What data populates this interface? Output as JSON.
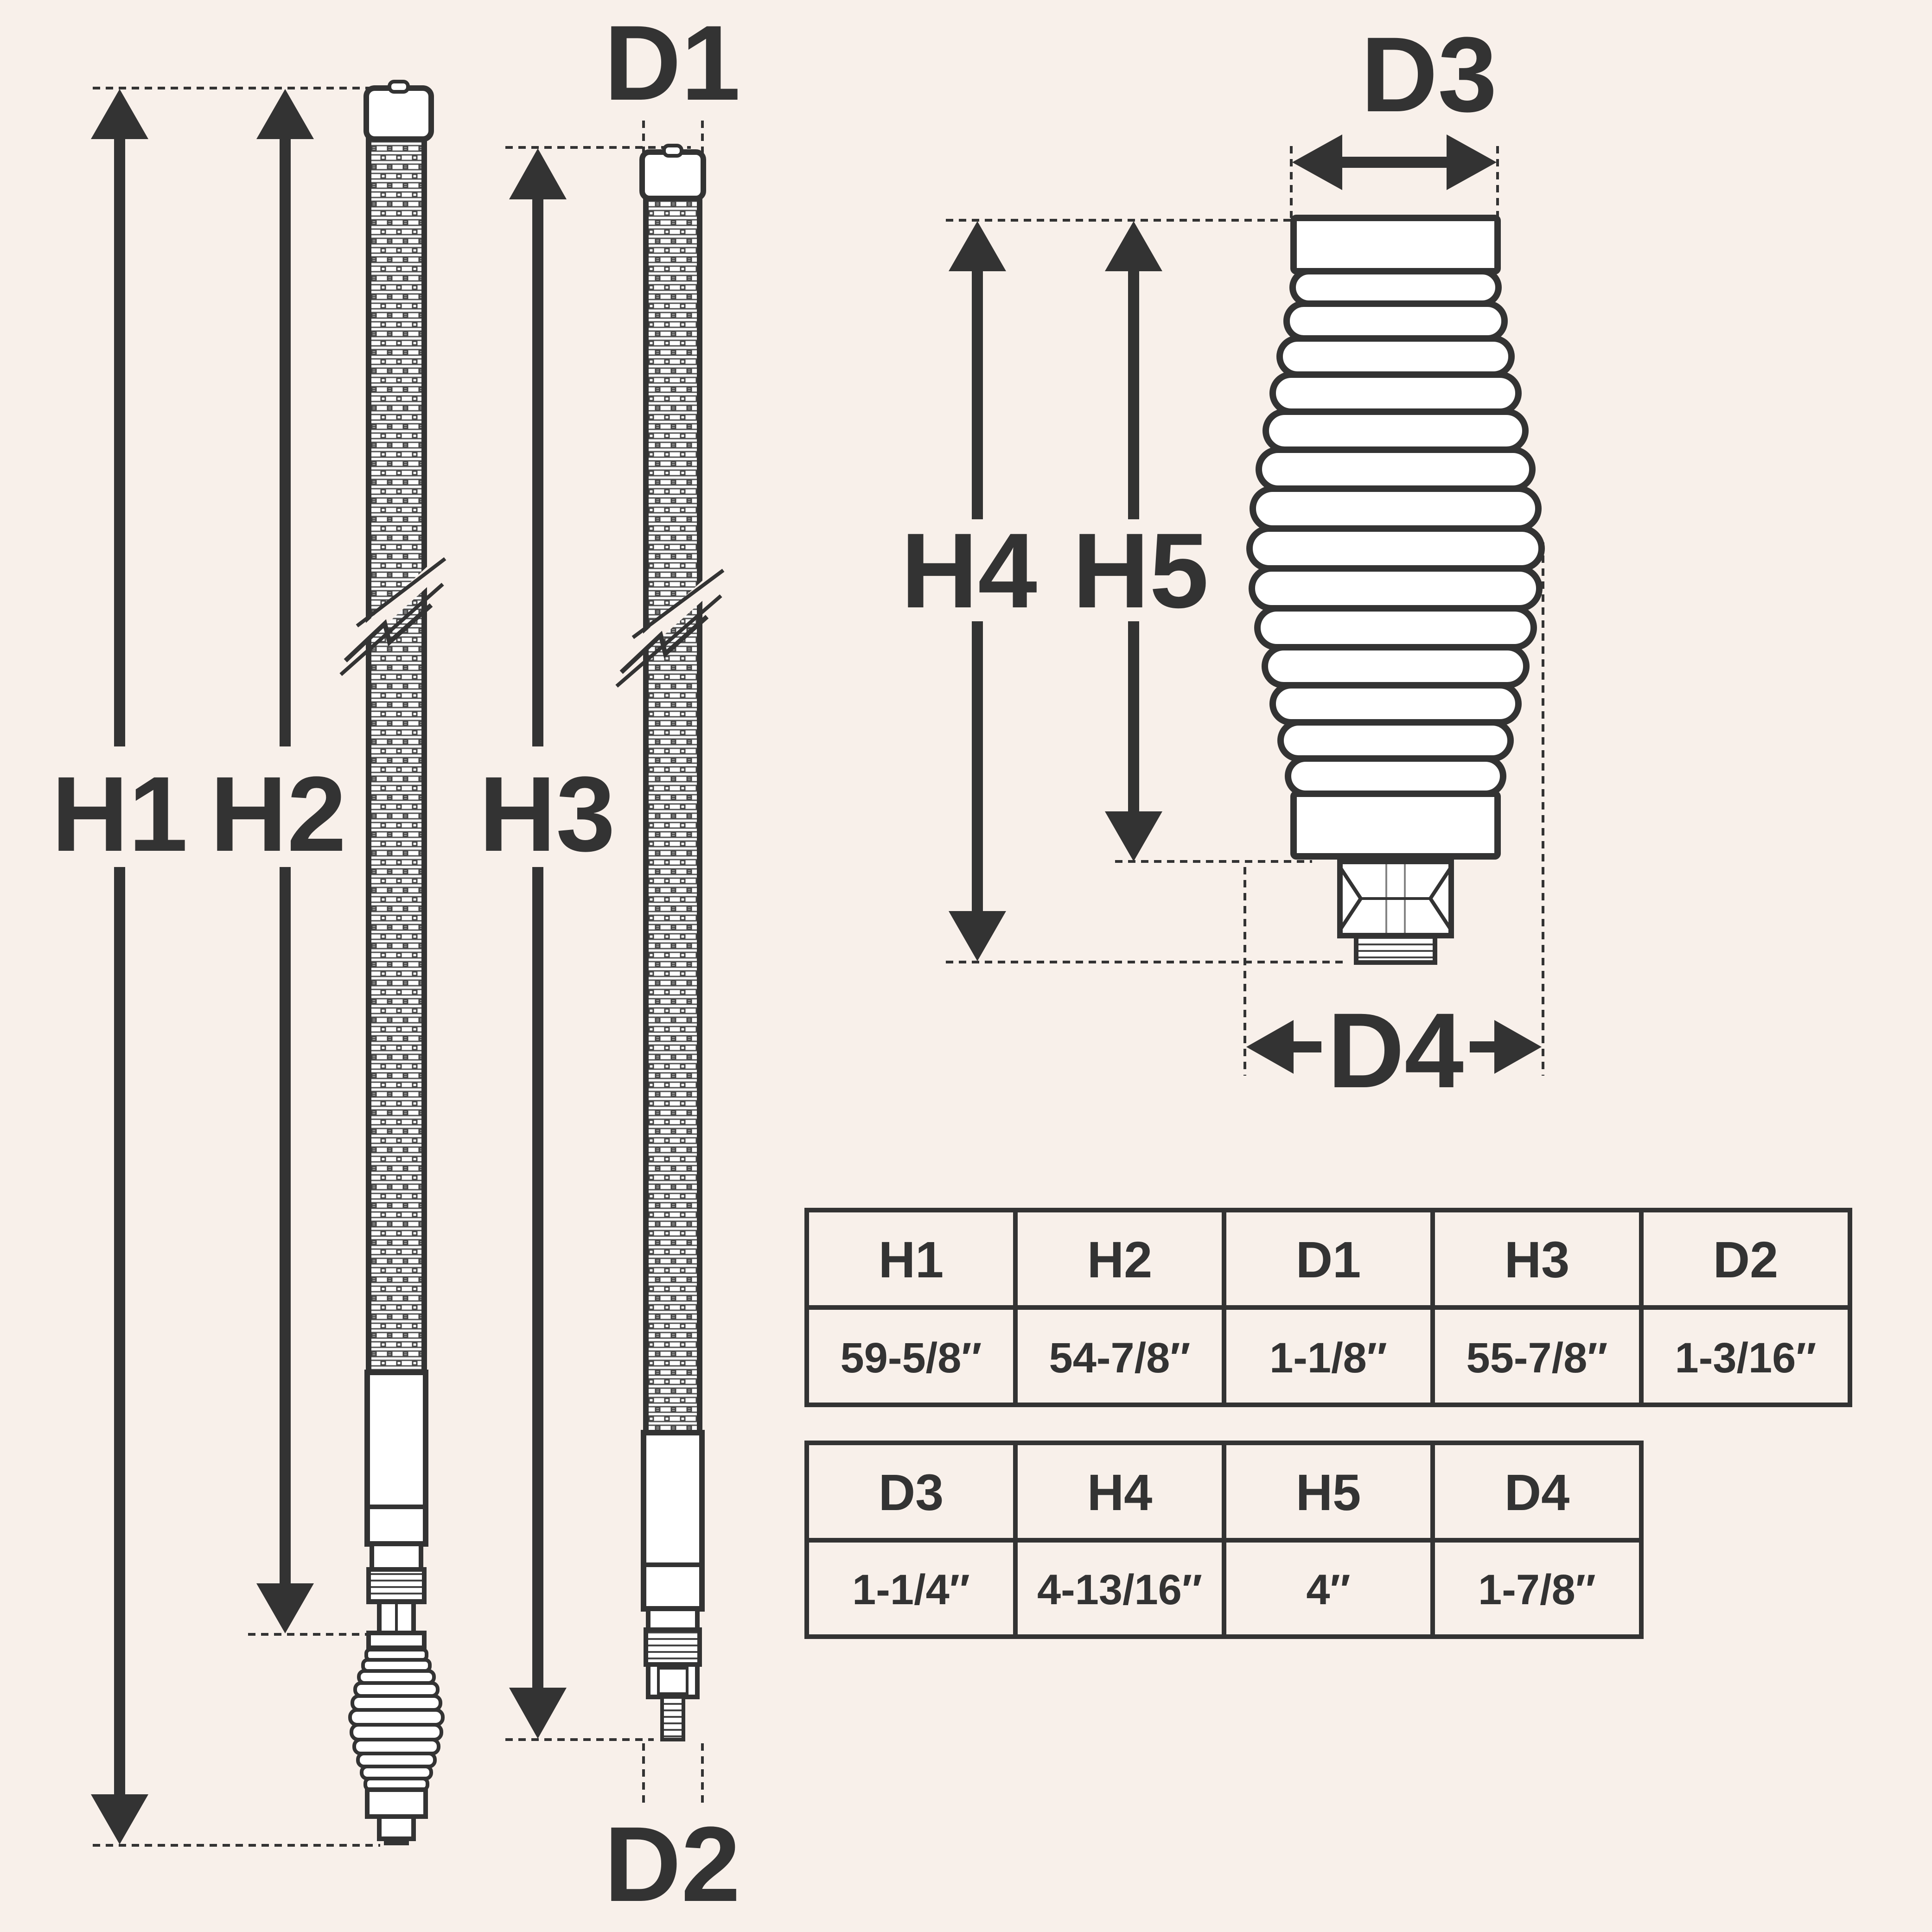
{
  "colors": {
    "background": "#f8f0ea",
    "ink": "#333333",
    "coil_fill": "#ffffff"
  },
  "labels": {
    "h1": "H1",
    "h2": "H2",
    "h3": "H3",
    "h4": "H4",
    "h5": "H5",
    "d1": "D1",
    "d2": "D2",
    "d3": "D3",
    "d4": "D4"
  },
  "tables": [
    {
      "headers": [
        "H1",
        "H2",
        "D1",
        "H3",
        "D2"
      ],
      "values": [
        "59-5/8″",
        "54-7/8″",
        "1-1/8″",
        "55-7/8″",
        "1-3/16″"
      ]
    },
    {
      "headers": [
        "D3",
        "H4",
        "H5",
        "D4"
      ],
      "values": [
        "1-1/4″",
        "4-13/16″",
        "4″",
        "1-7/8″"
      ]
    }
  ]
}
